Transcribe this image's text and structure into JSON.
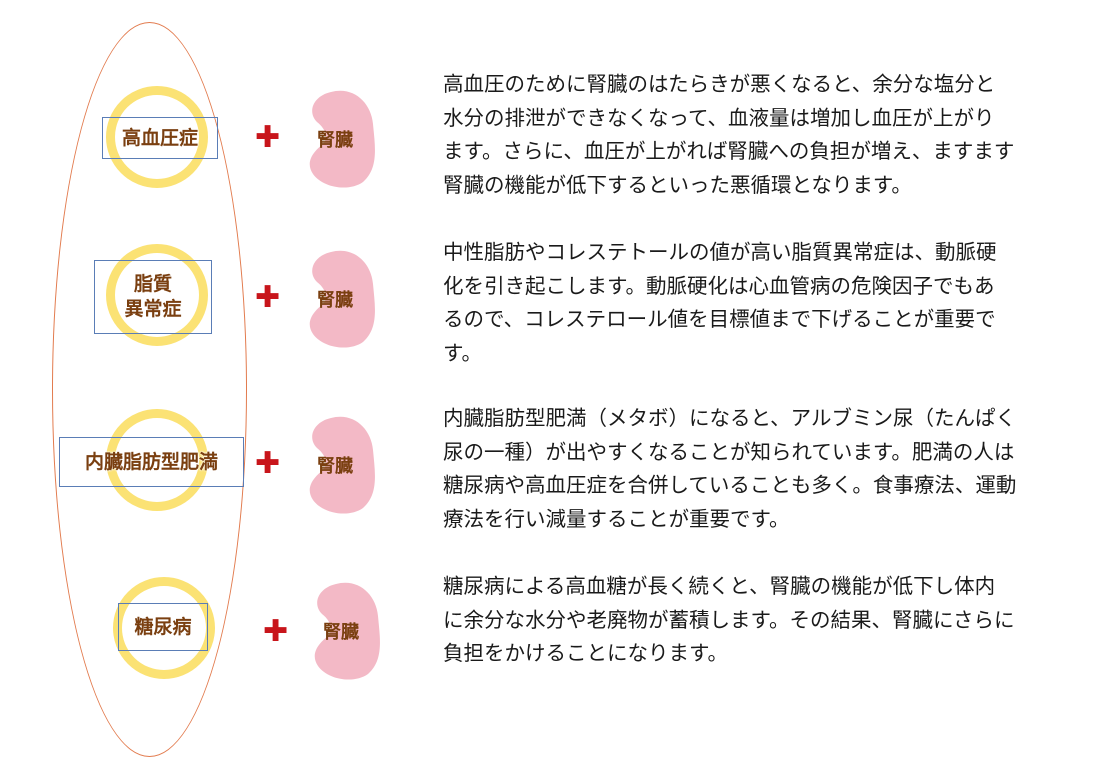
{
  "diagram": {
    "rows": [
      {
        "condition": "高血圧症",
        "kidney_label": "腎臓"
      },
      {
        "condition": "脂質\n異常症",
        "kidney_label": "腎臓"
      },
      {
        "condition": "内臓脂肪型肥満",
        "kidney_label": "腎臓"
      },
      {
        "condition": "糖尿病",
        "kidney_label": "腎臓"
      }
    ],
    "plus_symbol": "✚",
    "colors": {
      "ring": "#fbe274",
      "label_text": "#7a3f10",
      "label_border": "#5a7db6",
      "plus": "#c8151b",
      "kidney": "#f3b9c6",
      "oval": "#e27b4e"
    }
  },
  "paragraphs": [
    "高血圧のために腎臓のはたらきが悪くなると、余分な塩分と\n水分の排泄ができなくなって、血液量は増加し血圧が上がり\nます。さらに、血圧が上がれば腎臓への負担が増え、ますます\n腎臓の機能が低下するといった悪循環となります。",
    "中性脂肪やコレステトールの値が高い脂質異常症は、動脈硬\n化を引き起こします。動脈硬化は心血管病の危険因子でもあ\nるので、コレステロール値を目標値まで下げることが重要で\nす。",
    "内臓脂肪型肥満（メタボ）になると、アルブミン尿（たんぱく\n尿の一種）が出やすくなることが知られています。肥満の人は\n糖尿病や高血圧症を合併していることも多く。食事療法、運動\n療法を行い減量することが重要です。",
    "糖尿病による高血糖が長く続くと、腎臓の機能が低下し体内\nに余分な水分や老廃物が蓄積します。その結果、腎臓にさらに\n負担をかけることになります。"
  ]
}
